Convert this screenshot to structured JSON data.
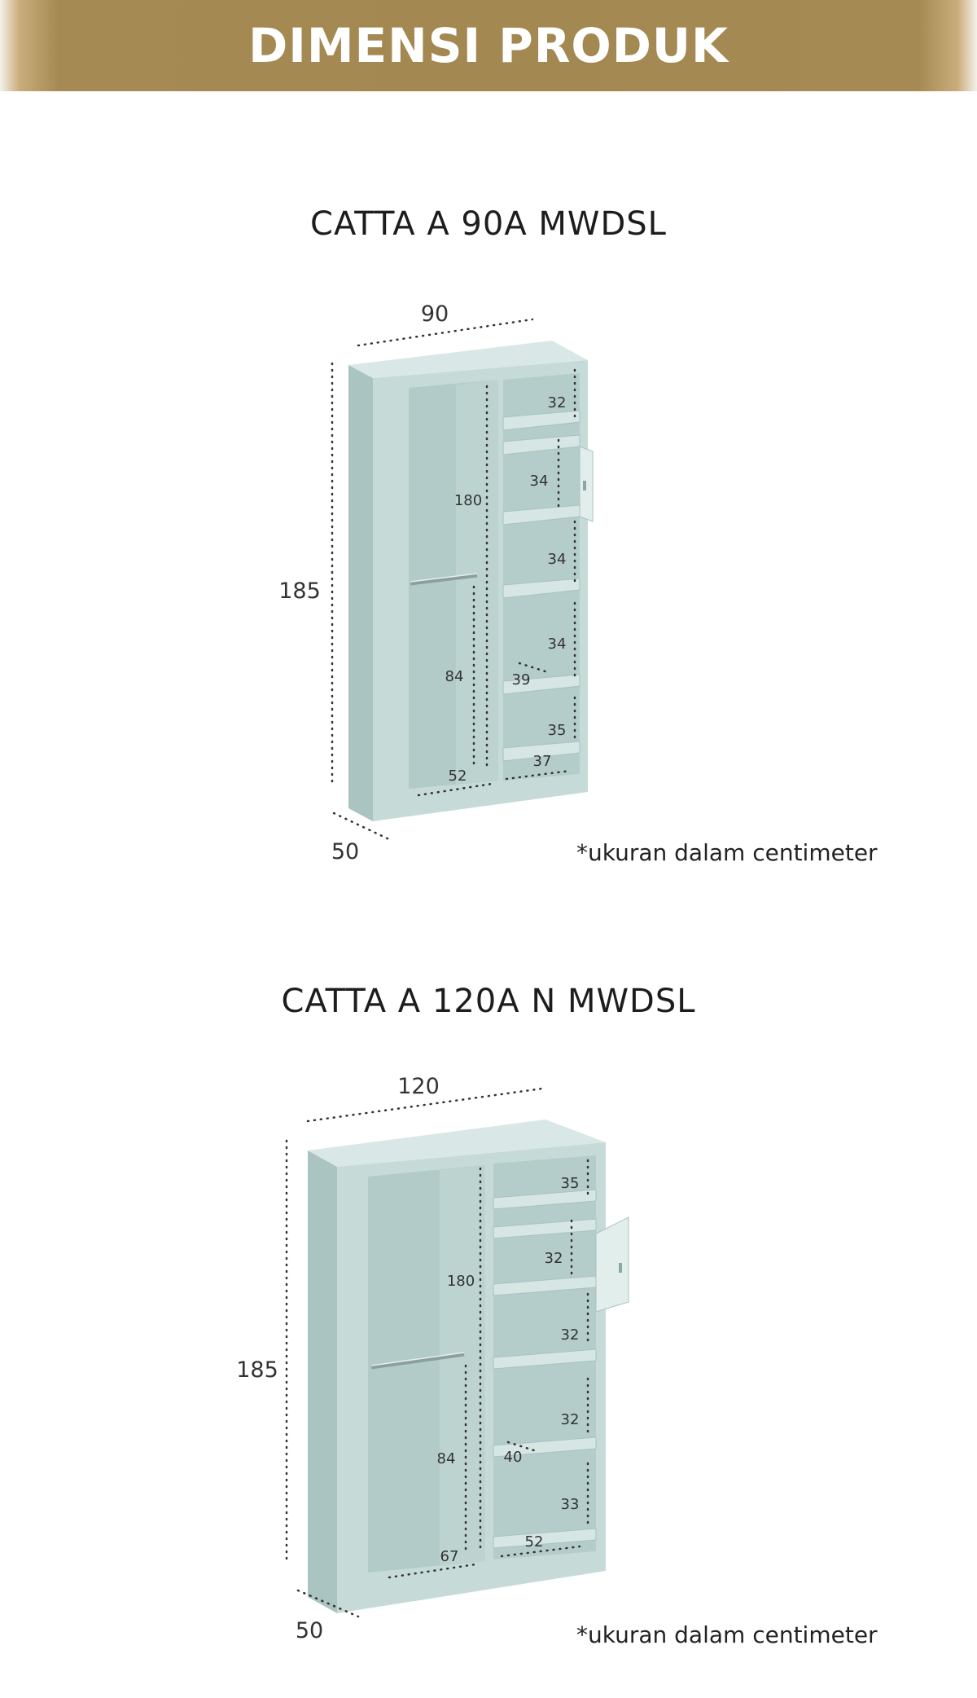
{
  "header": {
    "title": "DIMENSI PRODUK"
  },
  "products": [
    {
      "name": "CATTA A 90A MWDSL",
      "note": "*ukuran dalam centimeter",
      "dims": {
        "width": "90",
        "height": "185",
        "depth": "50",
        "hang_height": "180",
        "hang_lower": "84",
        "hang_width": "52",
        "shelves": [
          "32",
          "34",
          "34",
          "34",
          "35"
        ],
        "shelf_depth": "39",
        "shelf_width": "37"
      }
    },
    {
      "name": "CATTA A 120A N MWDSL",
      "note": "*ukuran dalam centimeter",
      "dims": {
        "width": "120",
        "height": "185",
        "depth": "50",
        "hang_height": "180",
        "hang_lower": "84",
        "hang_width": "67",
        "shelves": [
          "35",
          "32",
          "32",
          "32",
          "33"
        ],
        "shelf_depth": "40",
        "shelf_width": "52"
      }
    }
  ],
  "colors": {
    "banner": "#a48852",
    "cabinet": "#c7dbd9"
  }
}
